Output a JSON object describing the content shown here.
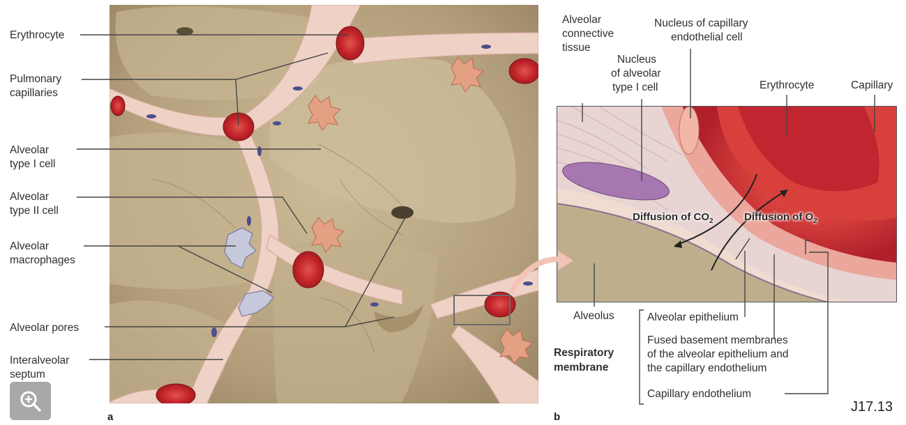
{
  "panel_a": {
    "letter": "a",
    "labels": {
      "erythrocyte": "Erythrocyte",
      "pulmonary_capillaries_1": "Pulmonary",
      "pulmonary_capillaries_2": "capillaries",
      "type1_1": "Alveolar",
      "type1_2": "type I cell",
      "type2_1": "Alveolar",
      "type2_2": "type II cell",
      "macrophages_1": "Alveolar",
      "macrophages_2": "macrophages",
      "pores": "Alveolar pores",
      "septum_1": "Interalveolar",
      "septum_2": "septum"
    }
  },
  "panel_b": {
    "letter": "b",
    "labels": {
      "connective_1": "Alveolar",
      "connective_2": "connective",
      "connective_3": "tissue",
      "nucleus_type1_1": "Nucleus",
      "nucleus_type1_2": "of alveolar",
      "nucleus_type1_3": "type I cell",
      "nucleus_endo_1": "Nucleus of capillary",
      "nucleus_endo_2": "endothelial cell",
      "erythrocyte": "Erythrocyte",
      "capillary": "Capillary",
      "alveolus": "Alveolus",
      "diffusion_co2_base": "Diffusion of CO",
      "diffusion_co2_sub": "2",
      "diffusion_o2_base": "Diffusion of O",
      "diffusion_o2_sub": "2",
      "alveolar_epithelium": "Alveolar epithelium",
      "fused_1": "Fused basement membranes",
      "fused_2": "of the alveolar epithelium and",
      "fused_3": "the capillary endothelium",
      "capillary_endothelium": "Capillary endothelium",
      "resp_1": "Respiratory",
      "resp_2": "membrane"
    }
  },
  "figure_ref": "J17.13",
  "zoom_icon": "zoom-in-icon",
  "colors": {
    "alveolus_wall": "#b5a27f",
    "septum_pink": "#efcfc3",
    "erythrocyte_red": "#c9242a",
    "capillary_red": "#d8453f",
    "nucleus_purple": "#9b6aa6"
  }
}
